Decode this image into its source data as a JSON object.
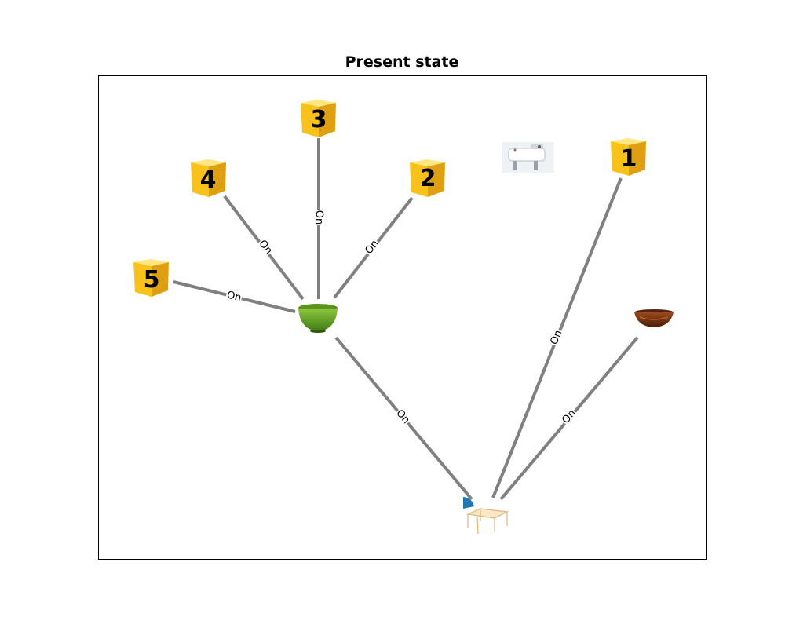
{
  "title": "Present state",
  "edge_label": "On",
  "colors": {
    "edge": "#808080",
    "cube_top": "#ffe066",
    "cube_front": "#f9c21a",
    "cube_side": "#d89a08",
    "green_bowl": "#6aa31d",
    "wood_bowl": "#7a3516",
    "blue_marker": "#1f77b4"
  },
  "nodes": [
    {
      "id": "cube-1",
      "kind": "cube",
      "label": "1"
    },
    {
      "id": "cube-2",
      "kind": "cube",
      "label": "2"
    },
    {
      "id": "cube-3",
      "kind": "cube",
      "label": "3"
    },
    {
      "id": "cube-4",
      "kind": "cube",
      "label": "4"
    },
    {
      "id": "cube-5",
      "kind": "cube",
      "label": "5"
    },
    {
      "id": "green-bowl",
      "kind": "green-bowl-icon"
    },
    {
      "id": "wood-bowl",
      "kind": "wooden-bowl-icon"
    },
    {
      "id": "table",
      "kind": "table-icon"
    },
    {
      "id": "robot",
      "kind": "robot-gripper-icon"
    }
  ],
  "edges": [
    {
      "from": "cube-3",
      "to": "green-bowl",
      "label": "On"
    },
    {
      "from": "cube-4",
      "to": "green-bowl",
      "label": "On"
    },
    {
      "from": "cube-2",
      "to": "green-bowl",
      "label": "On"
    },
    {
      "from": "cube-5",
      "to": "green-bowl",
      "label": "On"
    },
    {
      "from": "green-bowl",
      "to": "table",
      "label": "On"
    },
    {
      "from": "cube-1",
      "to": "table",
      "label": "On"
    },
    {
      "from": "wood-bowl",
      "to": "table",
      "label": "On"
    }
  ]
}
